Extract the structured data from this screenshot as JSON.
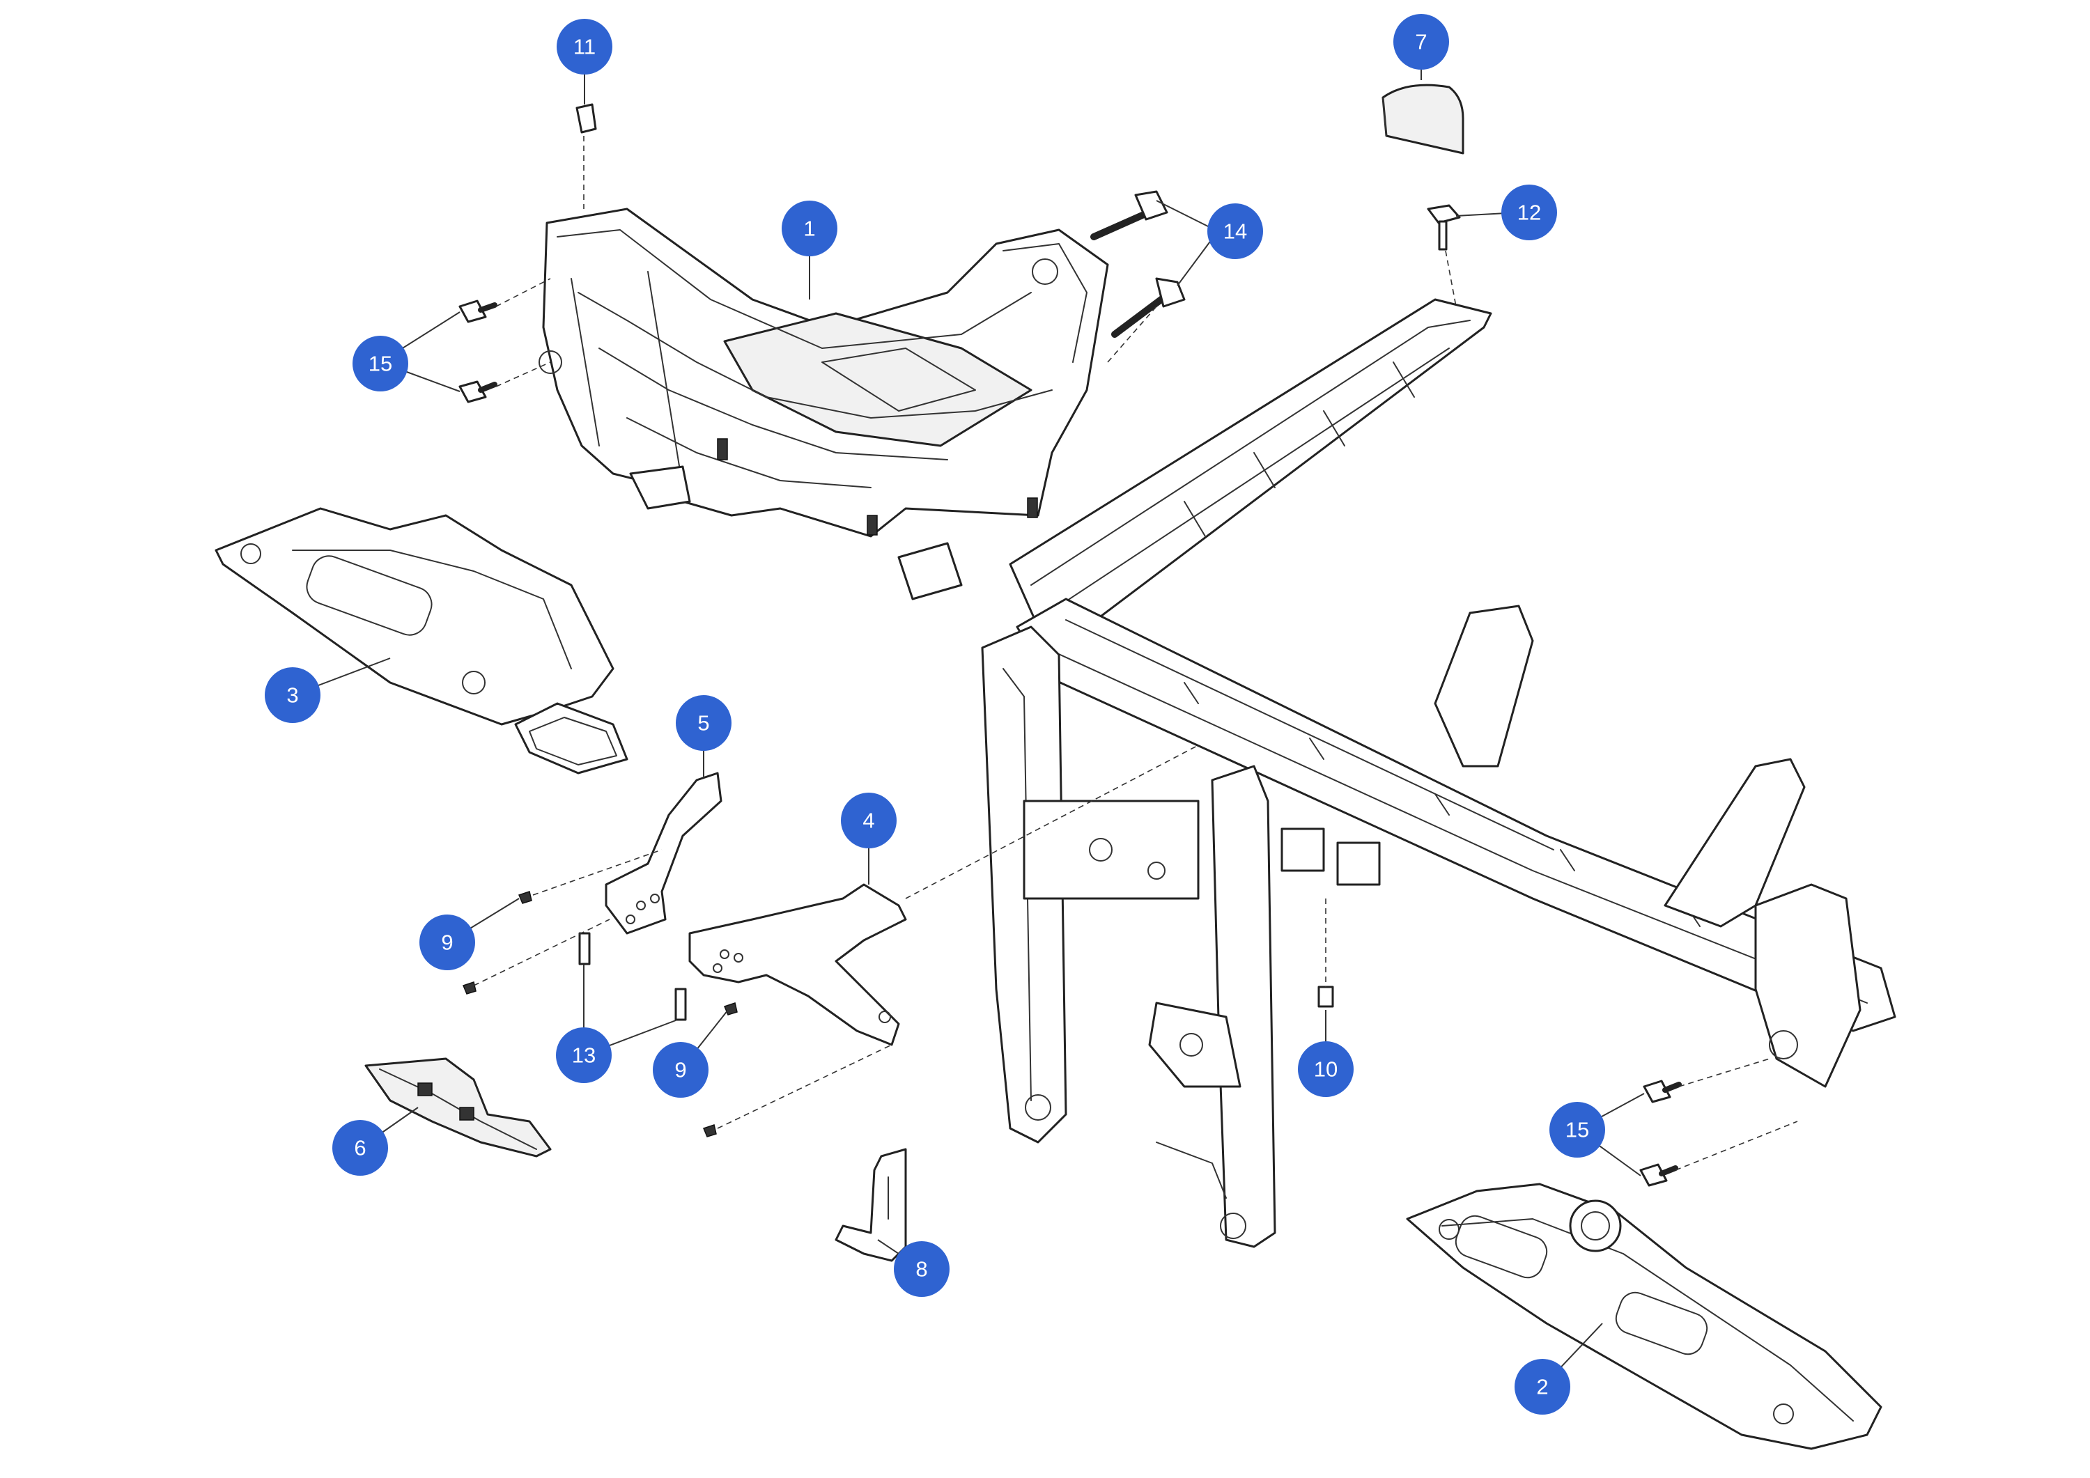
{
  "diagram": {
    "accent_color": "#2f63d1",
    "callouts": [
      {
        "id": "c1",
        "label": "1"
      },
      {
        "id": "c2",
        "label": "2"
      },
      {
        "id": "c3",
        "label": "3"
      },
      {
        "id": "c4",
        "label": "4"
      },
      {
        "id": "c5",
        "label": "5"
      },
      {
        "id": "c6",
        "label": "6"
      },
      {
        "id": "c7",
        "label": "7"
      },
      {
        "id": "c8",
        "label": "8"
      },
      {
        "id": "c9a",
        "label": "9"
      },
      {
        "id": "c9b",
        "label": "9"
      },
      {
        "id": "c10",
        "label": "10"
      },
      {
        "id": "c11",
        "label": "11"
      },
      {
        "id": "c12",
        "label": "12"
      },
      {
        "id": "c13",
        "label": "13"
      },
      {
        "id": "c14",
        "label": "14"
      },
      {
        "id": "c15a",
        "label": "15"
      },
      {
        "id": "c15b",
        "label": "15"
      }
    ]
  }
}
